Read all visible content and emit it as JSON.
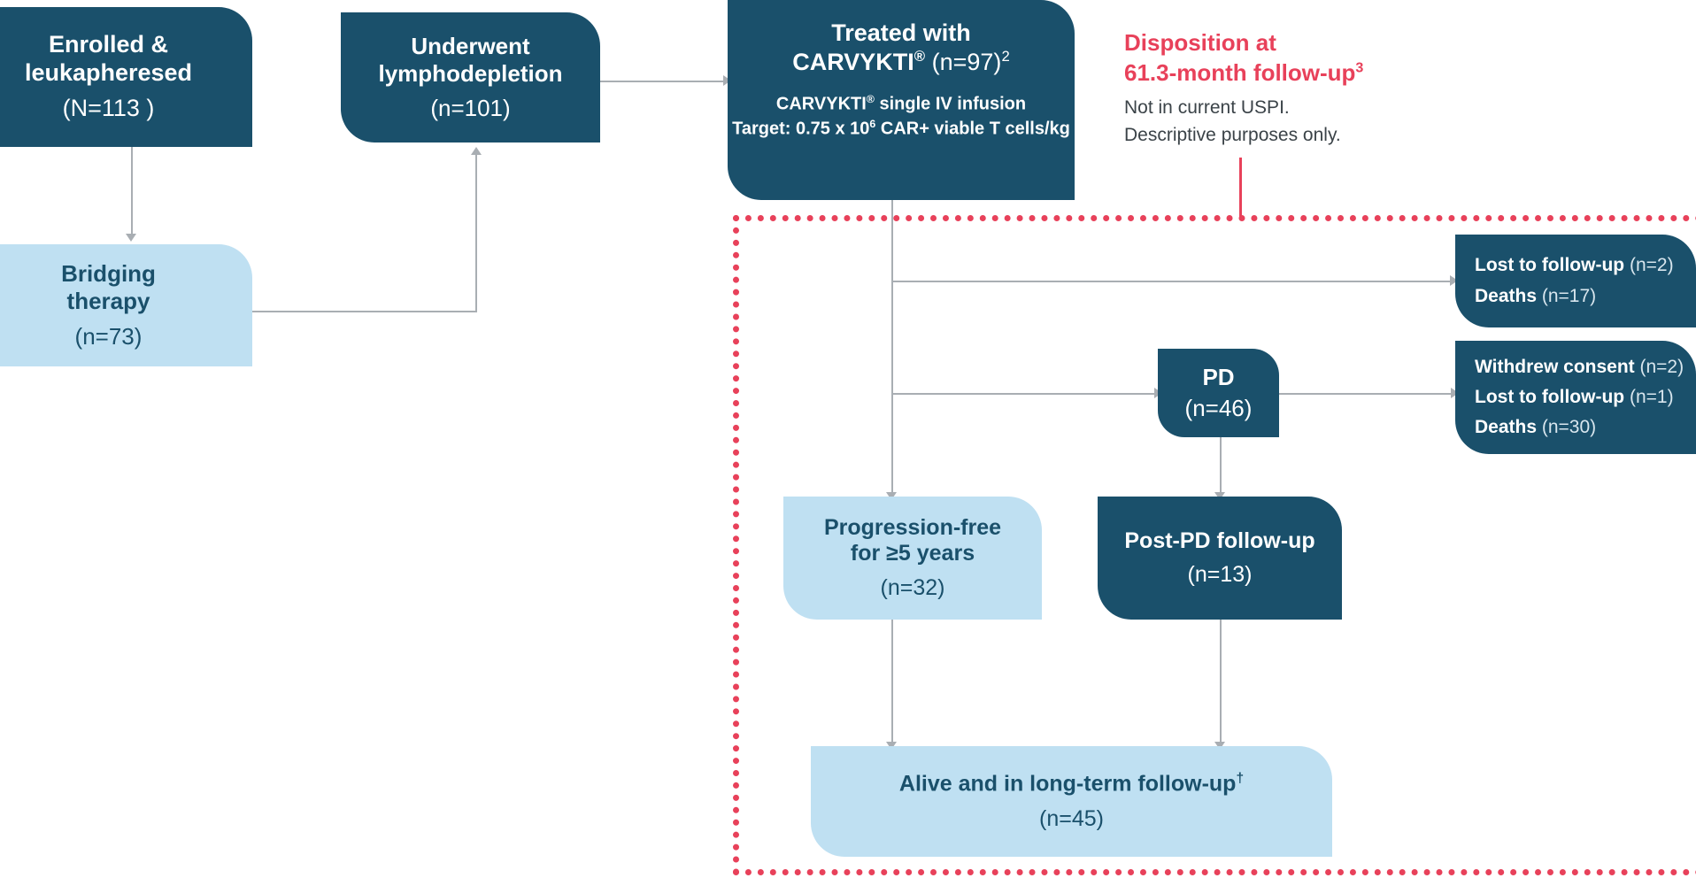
{
  "colors": {
    "dark_navy": "#1a506b",
    "light_blue": "#bfe0f2",
    "accent_red": "#e8415a",
    "connector_gray": "#a9aeb3",
    "body_text": "#3b4348"
  },
  "nodes": {
    "enrolled": {
      "title_line1": "Enrolled &",
      "title_line2": "leukapheresed",
      "count": "(N=113  )"
    },
    "lymphodepletion": {
      "title_line1": "Underwent",
      "title_line2": "lymphodepletion",
      "count": "(n=101)"
    },
    "bridging": {
      "title_line1": "Bridging",
      "title_line2": "therapy",
      "count": "(n=73)"
    },
    "treated": {
      "title_line1": "Treated with",
      "title_line2_bold": "CARVYKTI",
      "title_line2_sup": "®",
      "title_line2_rest": " (n=97)",
      "title_line2_ref": "2",
      "detail_line1_bold": "CARVYKTI",
      "detail_line1_sup": "®",
      "detail_line1_rest": " single IV infusion",
      "detail_line2": "Target: 0.75 x 10",
      "detail_line2_sup": "6",
      "detail_line2_rest": " CAR+ viable T cells/kg"
    },
    "pd": {
      "title": "PD",
      "count": "(n=46)"
    },
    "progression_free": {
      "title_line1": "Progression-free",
      "title_line2": "for ≥5 years",
      "count": "(n=32)"
    },
    "post_pd": {
      "title": "Post-PD follow-up",
      "count": "(n=13)"
    },
    "alive": {
      "title": "Alive and in long-term follow-up",
      "title_ref": "†",
      "count": "(n=45)"
    }
  },
  "outcome_boxes": {
    "pre_pd": {
      "rows": [
        {
          "label": "Lost to follow-up",
          "value": " (n=2)"
        },
        {
          "label": "Deaths",
          "value": " (n=17)"
        }
      ]
    },
    "post_pd": {
      "rows": [
        {
          "label": "Withdrew consent",
          "value": " (n=2)"
        },
        {
          "label": "Lost to follow-up",
          "value": " (n=1)"
        },
        {
          "label": "Deaths",
          "value": " (n=30)"
        }
      ]
    }
  },
  "callout": {
    "heading_line1": "Disposition at",
    "heading_line2": "61.3-month follow-up",
    "heading_ref": "3",
    "body_line1": "Not in current USPI.",
    "body_line2": "Descriptive purposes only."
  }
}
